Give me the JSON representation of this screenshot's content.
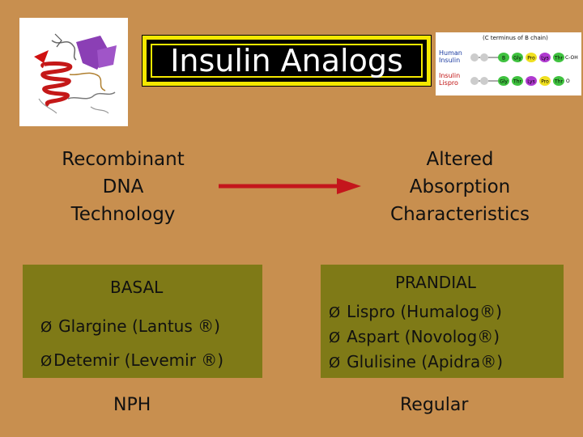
{
  "slide": {
    "title": "Insulin Analogs",
    "left_heading": [
      "Recombinant",
      "DNA",
      "Technology"
    ],
    "right_heading": [
      "Altered",
      "Absorption",
      "Characteristics"
    ],
    "basal": {
      "label": "BASAL",
      "items": [
        "Glargine (Lantus ®)",
        "Detemir (Levemir ®)"
      ]
    },
    "prandial": {
      "label": "PRANDIAL",
      "items": [
        "Lispro (Humalog®)",
        "Aspart (Novolog®)",
        "Glulisine (Apidra®)"
      ]
    },
    "bullet_glyph": "Ø",
    "footer_left": "NPH",
    "footer_right": "Regular"
  },
  "diagram": {
    "caption": "(C terminus of B chain)",
    "rows": [
      {
        "name1": "Human",
        "name2": "Insulin",
        "cells": [
          "B",
          "Gly",
          "Pro",
          "Lys",
          "Thr"
        ],
        "end": "C-OH"
      },
      {
        "name1": "Insulin",
        "name2": "Lispro",
        "cells": [
          "Gly",
          "Thr",
          "Lys",
          "Pro",
          "Thr"
        ],
        "end": "O"
      }
    ]
  },
  "colors": {
    "background": "#c88f4f",
    "panel": "#7f7a17",
    "title_border": "#f4e800",
    "arrow": "#c4161c"
  }
}
